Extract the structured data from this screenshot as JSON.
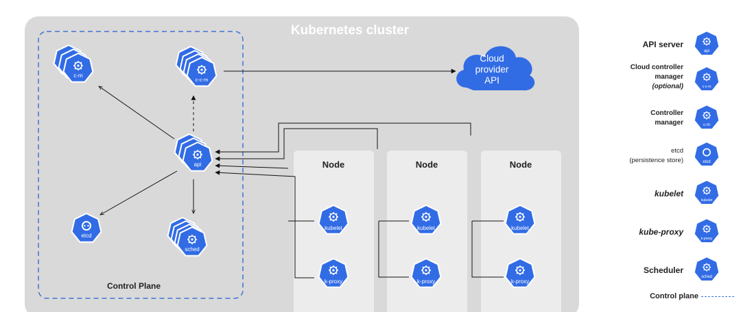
{
  "cluster_title": "Kubernetes cluster",
  "control_plane_label": "Control Plane",
  "cloud": {
    "line1": "Cloud",
    "line2": "provider",
    "line3": "API"
  },
  "nodes": [
    {
      "title": "Node",
      "kubelet_label": "kubelet",
      "kproxy_label": "k-proxy"
    },
    {
      "title": "Node",
      "kubelet_label": "kubelet",
      "kproxy_label": "k-proxy"
    },
    {
      "title": "Node",
      "kubelet_label": "kubelet",
      "kproxy_label": "k-proxy"
    }
  ],
  "components": {
    "cm": "c-m",
    "ccm": "c-c-m",
    "api": "api",
    "etcd": "etcd",
    "sched": "sched"
  },
  "legend": {
    "api_server": "API server",
    "ccm_line1": "Cloud controller",
    "ccm_line2": "manager",
    "ccm_line3": "(optional)",
    "cm_line1": "Controller",
    "cm_line2": "manager",
    "etcd_line1": "etcd",
    "etcd_line2": "(persistence store)",
    "kubelet": "kubelet",
    "kube_proxy": "kube-proxy",
    "scheduler": "Scheduler",
    "control_plane": "Control plane",
    "icons": {
      "api": "api",
      "ccm": "c-c-m",
      "cm": "c-m",
      "etcd": "etcd",
      "kubelet": "kubelet",
      "kproxy": "k-proxy",
      "sched": "sched"
    }
  },
  "colors": {
    "kube_blue": "#326ce5",
    "cluster_gray": "#d9d9d9",
    "node_gray": "#ececec",
    "dash_blue": "#3e72d8"
  }
}
